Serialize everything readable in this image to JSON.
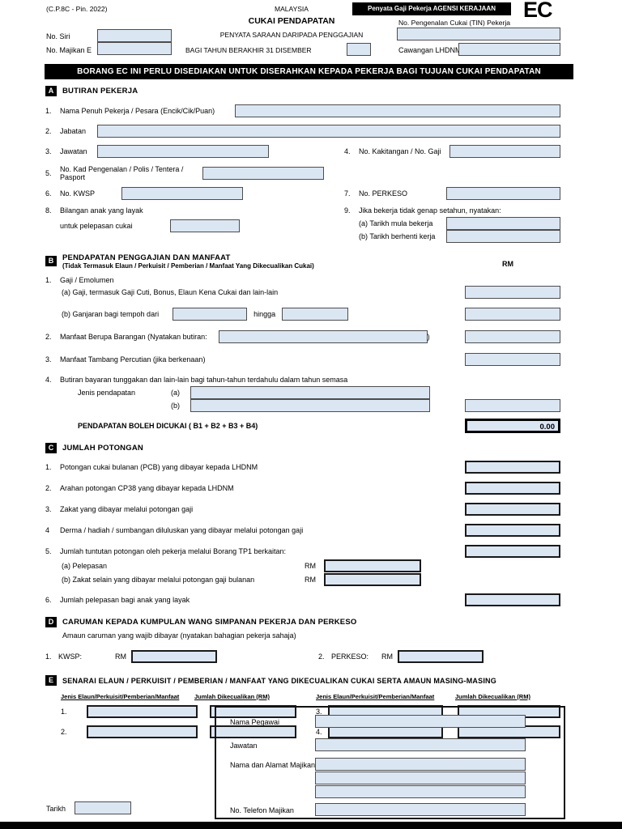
{
  "header": {
    "form_code": "(C.P.8C - Pin. 2022)",
    "country": "MALAYSIA",
    "badge": "Penyata Gaji Pekerja AGENSI KERAJAAN",
    "form_id": "EC",
    "title": "CUKAI PENDAPATAN",
    "subtitle": "PENYATA SARAAN DARIPADA PENGGAJIAN",
    "year_label": "BAGI TAHUN BERAKHIR 31 DISEMBER",
    "tin_label": "No. Pengenalan Cukai (TIN) Pekerja",
    "branch_label": "Cawangan LHDNM",
    "serial_label": "No. Siri",
    "employer_label": "No. Majikan E"
  },
  "banner": "BORANG EC INI PERLU DISEDIAKAN UNTUK DISERAHKAN KEPADA PEKERJA BAGI TUJUAN CUKAI PENDAPATAN",
  "section_a": {
    "letter": "A",
    "title": "BUTIRAN PEKERJA",
    "item1_num": "1.",
    "item1": "Nama Penuh Pekerja / Pesara (Encik/Cik/Puan)",
    "item2_num": "2.",
    "item2": "Jabatan",
    "item3_num": "3.",
    "item3": "Jawatan",
    "item4_num": "4.",
    "item4": "No. Kakitangan / No. Gaji",
    "item5_num": "5.",
    "item5": "No. Kad Pengenalan / Polis / Tentera / Pasport",
    "item6_num": "6.",
    "item6": "No. KWSP",
    "item7_num": "7.",
    "item7": "No. PERKESO",
    "item8_num": "8.",
    "item8_line1": "Bilangan anak yang layak",
    "item8_line2": "untuk pelepasan cukai",
    "item9_num": "9.",
    "item9": "Jika bekerja tidak genap setahun, nyatakan:",
    "item9a": "(a) Tarikh mula bekerja",
    "item9b": "(b) Tarikh berhenti kerja"
  },
  "section_b": {
    "letter": "B",
    "title": "PENDAPATAN PENGGAJIAN DAN MANFAAT",
    "subtitle": "(Tidak Termasuk Elaun / Perkuisit / Pemberian / Manfaat Yang Dikecualikan Cukai)",
    "currency": "RM",
    "item1_num": "1.",
    "item1": "Gaji / Emolumen",
    "item1a": "(a) Gaji, termasuk Gaji Cuti, Bonus, Elaun Kena Cukai dan lain-lain",
    "item1b": "(b) Ganjaran bagi tempoh dari",
    "item1b_hingga": "hingga",
    "item2_num": "2.",
    "item2": "Manfaat Berupa Barangan (Nyatakan butiran:",
    "item2_close": ")",
    "item3_num": "3.",
    "item3": "Manfaat Tambang Percutian (jika berkenaan)",
    "item4_num": "4.",
    "item4": "Butiran bayaran tunggakan dan lain-lain bagi tahun-tahun terdahulu dalam tahun semasa",
    "item4_label": "Jenis pendapatan",
    "item4a": "(a)",
    "item4b": "(b)",
    "total_label": "PENDAPATAN BOLEH DICUKAI ( B1 + B2 + B3 + B4)",
    "total_value": "0.00"
  },
  "section_c": {
    "letter": "C",
    "title": "JUMLAH POTONGAN",
    "item1_num": "1.",
    "item1": "Potongan cukai bulanan (PCB) yang dibayar kepada LHDNM",
    "item2_num": "2.",
    "item2": "Arahan potongan CP38 yang dibayar kepada LHDNM",
    "item3_num": "3.",
    "item3": "Zakat yang dibayar melalui potongan gaji",
    "item4_num": "4",
    "item4": "Derma / hadiah / sumbangan diluluskan yang dibayar melalui potongan gaji",
    "item5_num": "5.",
    "item5": "Jumlah tuntutan potongan oleh pekerja melalui Borang TP1 berkaitan:",
    "item5a": "(a) Pelepasan",
    "item5a_rm": "RM",
    "item5b": "(b) Zakat selain yang dibayar melalui potongan gaji bulanan",
    "item5b_rm": "RM",
    "item6_num": "6.",
    "item6": "Jumlah pelepasan bagi anak yang layak"
  },
  "section_d": {
    "letter": "D",
    "title": "CARUMAN KEPADA KUMPULAN WANG SIMPANAN PEKERJA DAN PERKESO",
    "subtitle": "Amaun caruman yang wajib dibayar (nyatakan bahagian pekerja sahaja)",
    "item1_num": "1.",
    "item1": "KWSP:",
    "item1_rm": "RM",
    "item2_num": "2.",
    "item2": "PERKESO:",
    "item2_rm": "RM"
  },
  "section_e": {
    "letter": "E",
    "title": "SENARAI ELAUN / PERKUISIT / PEMBERIAN / MANFAAT YANG DIKECUALIKAN CUKAI SERTA AMAUN MASING-MASING",
    "col1": "Jenis Elaun/Perkuisit/Pemberian/Manfaat",
    "col2": "Jumlah Dikecualikan (RM)",
    "row1_num": "1.",
    "row2_num": "2.",
    "row3_num": "3.",
    "row4_num": "4."
  },
  "footer": {
    "officer_name_label": "Nama Pegawai",
    "position_label": "Jawatan",
    "employer_name_label": "Nama dan Alamat Majikan",
    "phone_label": "No. Telefon Majikan",
    "date_label": "Tarikh"
  },
  "colors": {
    "field_fill": "#dbe6f3",
    "banner_bg": "#000000"
  }
}
